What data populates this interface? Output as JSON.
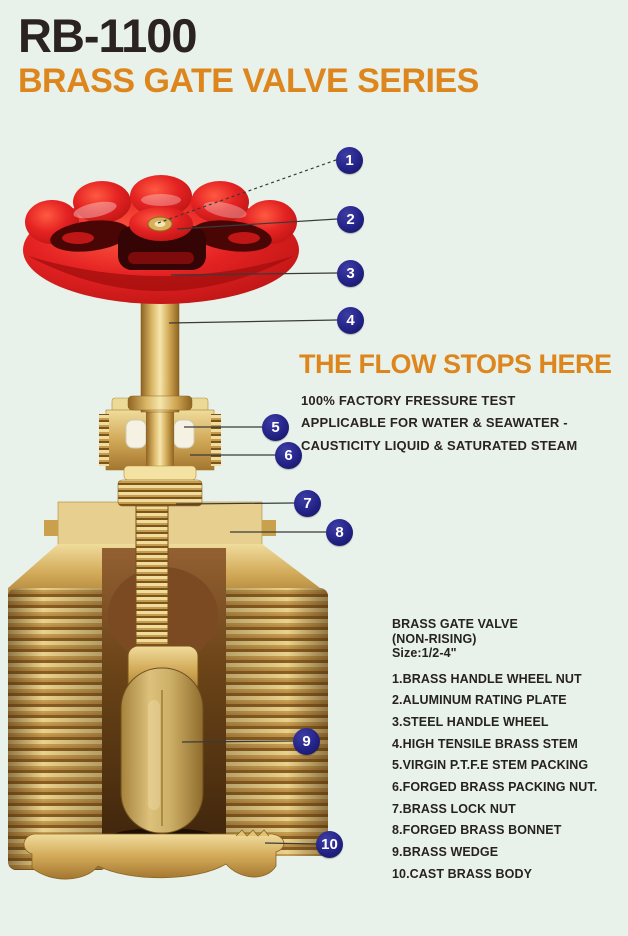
{
  "header": {
    "model": "RB-1100",
    "series": "BRASS GATE VALVE SERIES"
  },
  "tagline": {
    "headline": "THE FLOW STOPS HERE",
    "line1": "100% FACTORY FRESSURE TEST",
    "line2": "APPLICABLE FOR WATER & SEAWATER -",
    "line3": "CAUSTICITY LIQUID & SATURATED STEAM"
  },
  "spec": {
    "name": "BRASS GATE VALVE",
    "type": "(NON-RISING)",
    "size": "Size:1/2-4\""
  },
  "parts": [
    "1.BRASS HANDLE WHEEL NUT",
    "2.ALUMINUM RATING PLATE",
    "3.STEEL HANDLE WHEEL",
    "4.HIGH TENSILE BRASS STEM",
    "5.VIRGIN P.T.F.E STEM PACKING",
    "6.FORGED BRASS PACKING NUT.",
    "7.BRASS LOCK NUT",
    "8.FORGED BRASS BONNET",
    "9.BRASS WEDGE",
    "10.CAST BRASS BODY"
  ],
  "callouts": [
    "1",
    "2",
    "3",
    "4",
    "5",
    "6",
    "7",
    "8",
    "9",
    "10"
  ],
  "colors": {
    "background": "#E9F2EA",
    "accent_orange": "#DD861E",
    "title_dark": "#2A2321",
    "callout_navy": "#232287",
    "wheel_red": "#DE1D1D",
    "brass": "#D2A958"
  }
}
